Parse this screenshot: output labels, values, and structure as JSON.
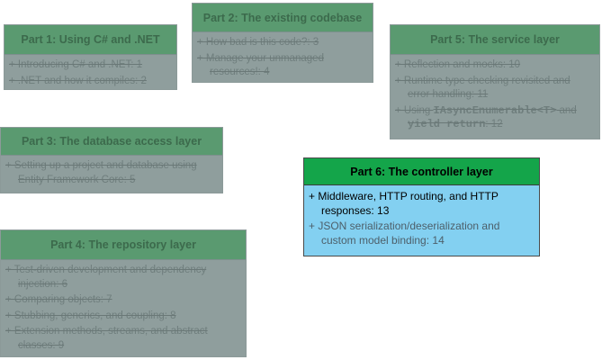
{
  "parts": [
    {
      "title": "Part 1: Using C# and .NET",
      "items": [
        "+ Introducing C# and .NET: 1",
        "+ .NET and how it compiles: 2"
      ]
    },
    {
      "title": "Part 2: The existing codebase",
      "items": [
        "+ How bad is this code?: 3",
        "+ Manage your unmanaged resources!: 4"
      ]
    },
    {
      "title": "Part 3: The database access layer",
      "items": [
        "+ Setting up a project and database using Entity Framework Core: 5"
      ]
    },
    {
      "title": "Part 4: The repository layer",
      "items": [
        "+ Test-driven development and dependency injection: 6",
        "+ Comparing objects: 7",
        "+ Stubbing, generics, and coupling: 8",
        "+ Extension methods, streams, and abstract classes: 9"
      ]
    },
    {
      "title": "Part 5: The service layer",
      "items": [
        "+ Reflection and mocks: 10",
        "+ Runtime type checking revisited and error handling: 11"
      ],
      "item_code": {
        "prefix": "+ Using ",
        "code1": "IAsyncEnumerable<T>",
        "middle": " and ",
        "code2": "yield return",
        "suffix": ": 12"
      }
    },
    {
      "title": "Part 6: The controller layer",
      "items": [
        "+ Middleware, HTTP routing, and HTTP responses: 13",
        "+ JSON serialization/deserialization and custom model binding: 14"
      ]
    }
  ],
  "colors": {
    "completed_fill": "#8f9e9d",
    "completed_header": "#5a9a70",
    "active_fill": "#83d0f1",
    "active_header": "#14a54a"
  }
}
